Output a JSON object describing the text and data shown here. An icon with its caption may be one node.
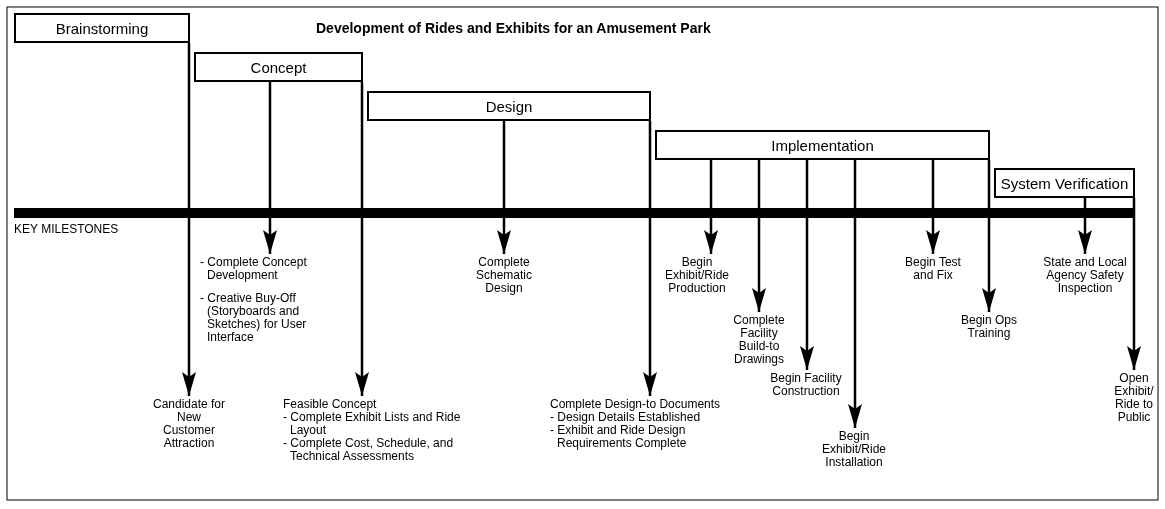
{
  "diagram": {
    "title": "Development of Rides and Exhibits for an Amusement Park",
    "nodes": [
      {
        "text": [
          "Brainstorming"
        ]
      },
      {
        "text": [
          "Concept"
        ]
      },
      {
        "text": [
          "Design"
        ]
      },
      {
        "text": [
          "Implementation"
        ]
      },
      {
        "text": [
          "System Verification"
        ]
      },
      {
        "text": [
          "Candidate for New Customer Attraction"
        ]
      },
      {
        "text": [
          "- Complete Concept Development",
          "- Creative Buy-Off (Storyboards and Sketches) for User Interface"
        ]
      },
      {
        "text": [
          "Feasible Concept",
          "- Complete Exhibit Lists and Ride Layout",
          "- Complete Cost, Schedule, and Technical Assessments"
        ]
      },
      {
        "text": [
          "Complete Schematic Design"
        ]
      },
      {
        "text": [
          "Complete Design-to Documents",
          "- Design Details Established",
          "- Exhibit and Ride Design Requirements Complete"
        ]
      },
      {
        "text": [
          "Begin Exhibit/Ride Production"
        ]
      },
      {
        "text": [
          "Complete Facility Build-to Drawings"
        ]
      },
      {
        "text": [
          "Begin Facility Construction"
        ]
      },
      {
        "text": [
          "Begin Exhibit/Ride Installation"
        ]
      },
      {
        "text": [
          "Begin Test and Fix"
        ]
      },
      {
        "text": [
          "Begin Ops Training"
        ]
      },
      {
        "text": [
          "State and Local Agency Safety Inspection"
        ]
      },
      {
        "text": [
          "Open Exhibit/ Ride to Public"
        ]
      }
    ],
    "edges": [
      {
        "from": 0,
        "to": 5,
        "arrow": "to"
      },
      {
        "from": 1,
        "to": 6,
        "arrow": "to"
      },
      {
        "from": 1,
        "to": 7,
        "arrow": "to"
      },
      {
        "from": 2,
        "to": 8,
        "arrow": "to"
      },
      {
        "from": 2,
        "to": 9,
        "arrow": "to"
      },
      {
        "from": 3,
        "to": 10,
        "arrow": "to"
      },
      {
        "from": 3,
        "to": 11,
        "arrow": "to"
      },
      {
        "from": 3,
        "to": 12,
        "arrow": "to"
      },
      {
        "from": 3,
        "to": 13,
        "arrow": "to"
      },
      {
        "from": 3,
        "to": 14,
        "arrow": "to"
      },
      {
        "from": 3,
        "to": 15,
        "arrow": "to"
      },
      {
        "from": 4,
        "to": 16,
        "arrow": "to"
      },
      {
        "from": 4,
        "to": 17,
        "arrow": "to"
      }
    ],
    "labels": [
      "KEY MILESTONES"
    ]
  }
}
